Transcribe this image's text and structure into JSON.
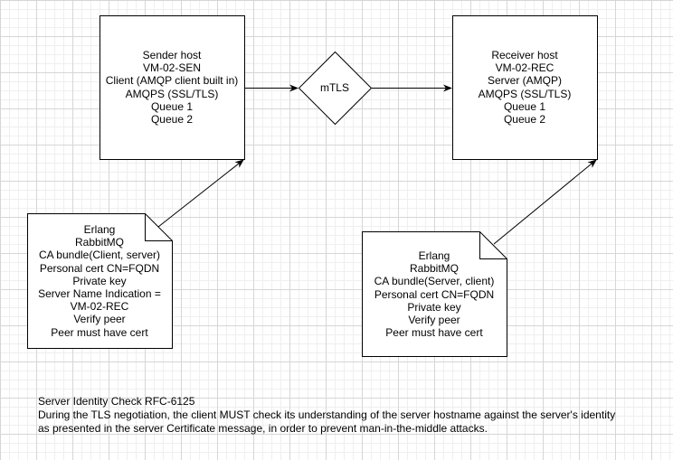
{
  "sender_host": {
    "lines": [
      "Sender host",
      "VM-02-SEN",
      "Client (AMQP client built in)",
      "AMQPS (SSL/TLS)",
      "Queue 1",
      "Queue 2"
    ]
  },
  "receiver_host": {
    "lines": [
      "Receiver host",
      "VM-02-REC",
      "Server (AMQP)",
      "AMQPS (SSL/TLS)",
      "Queue 1",
      "Queue 2"
    ]
  },
  "mtls": {
    "label": "mTLS"
  },
  "sender_note": {
    "lines": [
      "Erlang",
      "RabbitMQ",
      "CA bundle(Client, server)",
      "Personal cert CN=FQDN",
      "Private key",
      "Server Name Indication =",
      "VM-02-REC",
      "Verify peer",
      "Peer must have cert"
    ]
  },
  "receiver_note": {
    "lines": [
      "Erlang",
      "RabbitMQ",
      "CA bundle(Server, client)",
      "Personal cert CN=FQDN",
      "Private key",
      "Verify peer",
      "Peer must have cert"
    ]
  },
  "footer": {
    "lines": [
      "Server Identity Check RFC-6125",
      "During the TLS negotiation, the client MUST check its understanding of the server hostname against the server's identity",
      "as presented in the server Certificate message, in order to prevent man-in-the-middle attacks."
    ]
  }
}
